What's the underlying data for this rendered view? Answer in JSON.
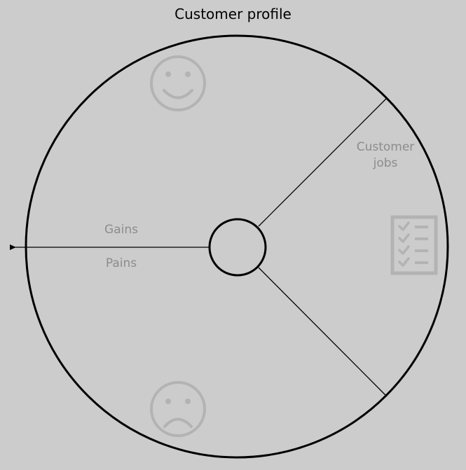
{
  "title": "Customer profile",
  "sections": {
    "gains": "Gains",
    "pains": "Pains",
    "jobs_line1": "Customer",
    "jobs_line2": "jobs"
  },
  "icons": {
    "gains": "smiley-face-icon",
    "pains": "sad-face-icon",
    "jobs": "checklist-icon"
  },
  "colors": {
    "background": "#cccccc",
    "outline": "#000000",
    "muted": "#8c8c8c",
    "icon": "#b3b3b3"
  }
}
